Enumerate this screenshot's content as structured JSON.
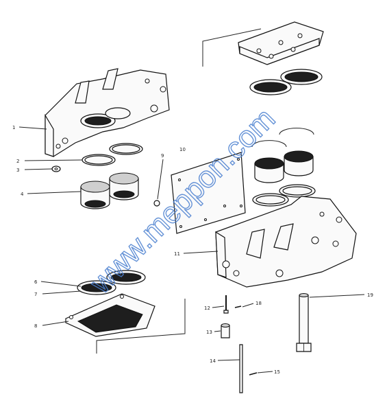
{
  "watermark": {
    "text": "www.meppon.com",
    "color": "#4a7fd0"
  },
  "callouts": {
    "c1": "1",
    "c2": "2",
    "c3": "3",
    "c4": "4",
    "c6": "6",
    "c7": "7",
    "c8": "8",
    "c9": "9",
    "c10": "10",
    "c11": "11",
    "c12": "12",
    "c13": "13",
    "c14": "14",
    "c15": "15",
    "c18": "18",
    "c19": "19"
  }
}
